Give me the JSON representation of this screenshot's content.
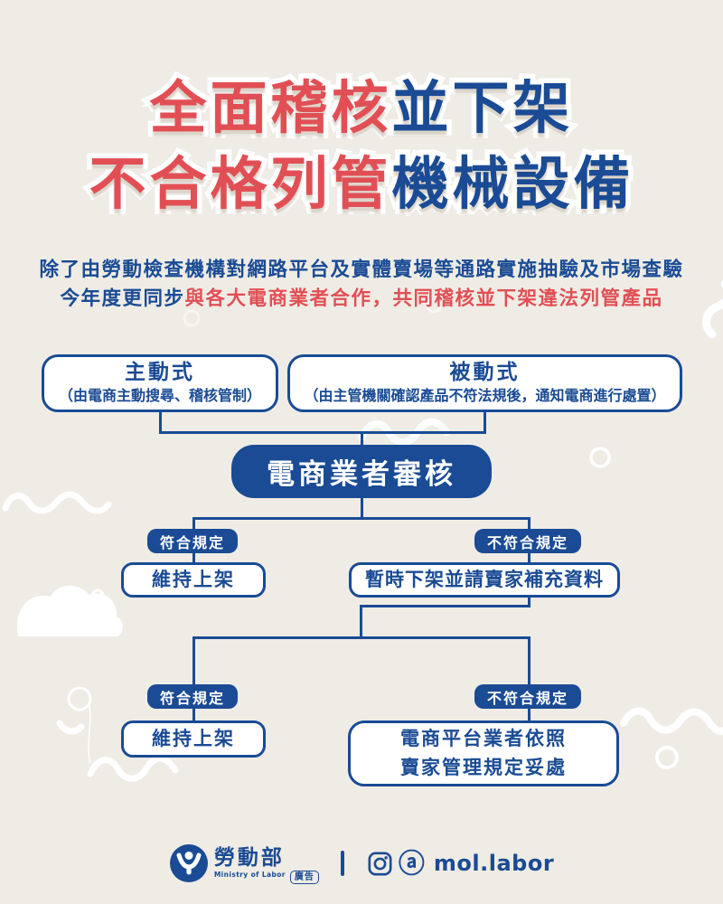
{
  "colors": {
    "background": "#EFECE5",
    "blue": "#1A4B94",
    "red": "#E14F55",
    "white": "#FFFFFF"
  },
  "title": {
    "line1_red": "全面稽核",
    "line1_blue": "並下架",
    "line2_red": "不合格列管",
    "line2_blue": "機械設備"
  },
  "intro": {
    "line1": "除了由勞動檢查機構對網路平台及實體賣場等通路實施抽驗及市場查驗",
    "line2_blue": "今年度更同步",
    "line2_red": "與各大電商業者合作，共同稽核並下架違法列管產品"
  },
  "flowchart": {
    "active_box": {
      "title": "主動式",
      "desc": "（由電商主動搜尋、稽核管制）"
    },
    "passive_box": {
      "title": "被動式",
      "desc": "（由主管機關確認產品不符法規後，通知電商進行處置）"
    },
    "review_box": "電商業者審核",
    "round1": {
      "pass_label": "符合規定",
      "pass_result": "維持上架",
      "fail_label": "不符合規定",
      "fail_result": "暫時下架並請賣家補充資料"
    },
    "round2": {
      "pass_label": "符合規定",
      "pass_result": "維持上架",
      "fail_label": "不符合規定",
      "fail_result_line1": "電商平台業者依照",
      "fail_result_line2": "賣家管理規定妥處"
    }
  },
  "footer": {
    "ministry_zh": "勞動部",
    "ministry_en": "Ministry of Labor",
    "ad_badge": "廣告",
    "social_handle": "mol.labor",
    "icons": {
      "logo": "mol-logo-icon",
      "instagram": "instagram-icon",
      "threads": "threads-icon",
      "threads_glyph": "ⓐ"
    }
  }
}
